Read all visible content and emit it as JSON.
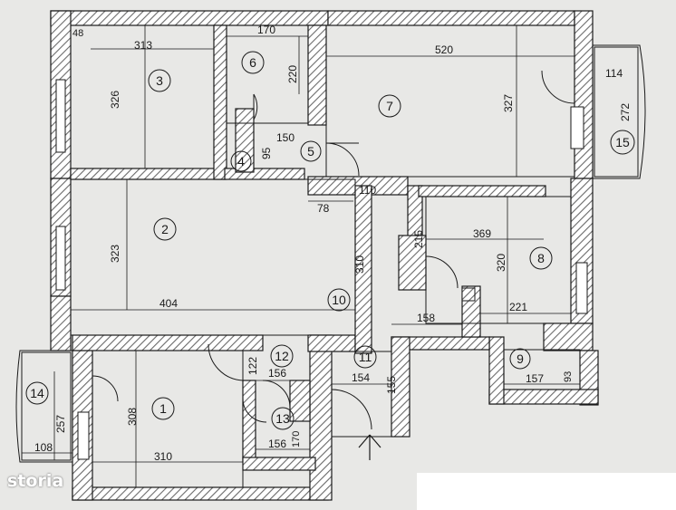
{
  "watermark": "storia",
  "rooms": [
    {
      "number": "1"
    },
    {
      "number": "2"
    },
    {
      "number": "3"
    },
    {
      "number": "4"
    },
    {
      "number": "5"
    },
    {
      "number": "6"
    },
    {
      "number": "7"
    },
    {
      "number": "8"
    },
    {
      "number": "9"
    },
    {
      "number": "10"
    },
    {
      "number": "11"
    },
    {
      "number": "12"
    },
    {
      "number": "13"
    },
    {
      "number": "14"
    },
    {
      "number": "15"
    }
  ],
  "dimensions": [
    "48",
    "313",
    "326",
    "170",
    "220",
    "520",
    "114",
    "327",
    "272",
    "95",
    "150",
    "110",
    "78",
    "215",
    "369",
    "323",
    "310",
    "320",
    "404",
    "221",
    "158",
    "122",
    "156",
    "154",
    "155",
    "157",
    "93",
    "308",
    "257",
    "108",
    "310",
    "156",
    "170"
  ],
  "colors": {
    "background": "#e8e8e6",
    "wall": "#6a6a6a",
    "line": "#1a1a1a",
    "white_panel": "#ffffff"
  }
}
